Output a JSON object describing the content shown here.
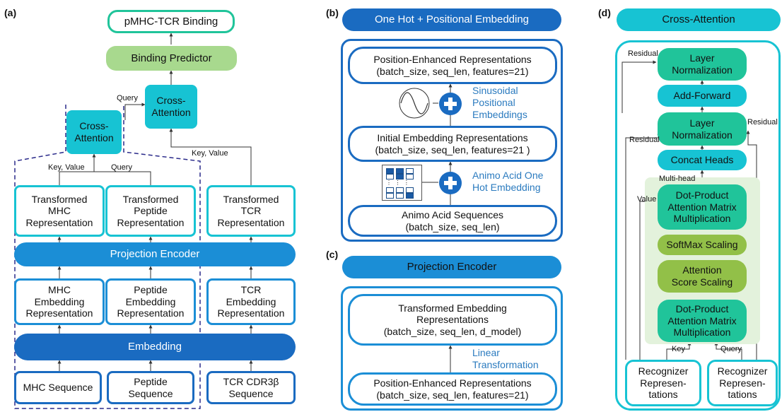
{
  "panels": {
    "a": {
      "label": "(a)",
      "binding_output": "pMHC-TCR Binding",
      "binding_predictor": "Binding Predictor",
      "cross_attention_top": "Cross-\nAttention",
      "cross_attention_inner": "Cross-\nAttention",
      "query_top": "Query",
      "key_value_right": "Key, Value",
      "key_value_left": "Key, Value",
      "query_left": "Query",
      "transformed_mhc": "Transformed\nMHC\nRepresentation",
      "transformed_peptide": "Transformed\nPeptide\nRepresentation",
      "transformed_tcr": "Transformed\nTCR\nRepresentation",
      "projection_encoder": "Projection Encoder",
      "mhc_embedding": "MHC\nEmbedding\nRepresentation",
      "peptide_embedding": "Peptide\nEmbedding\nRepresentation",
      "tcr_embedding": "TCR\nEmbedding\nRepresentation",
      "embedding": "Embedding",
      "mhc_sequence": "MHC Sequence",
      "peptide_sequence": "Peptide\nSequence",
      "tcr_sequence": "TCR CDR3β\nSequence"
    },
    "b": {
      "label": "(b)",
      "title": "One Hot + Positional Embedding",
      "position_enhanced": "Position-Enhanced Representations\n(batch_size, seq_len, features=21)",
      "sinusoidal": "Sinusoidal\nPositional\nEmbeddings",
      "initial_embedding": "Initial Embedding Representations\n(batch_size, seq_len, features=21 )",
      "one_hot": "Animo Acid One\nHot Embedding",
      "amino_sequences": "Animo Acid Sequences\n(batch_size, seq_len)",
      "ellipsis": "⋮  ⋮  ⋮"
    },
    "c": {
      "label": "(c)",
      "title": "Projection Encoder",
      "transformed_embedding": "Transformed Embedding\nRepresentations\n(batch_size, seq_len, d_model)",
      "linear": "Linear\nTransformation",
      "position_enhanced": "Position-Enhanced Representations\n(batch_size, seq_len, features=21)"
    },
    "d": {
      "label": "(d)",
      "title": "Cross-Attention",
      "residual_top": "Residual",
      "layer_norm_top": "Layer\nNormalization",
      "add_forward": "Add-Forward",
      "layer_norm_mid": "Layer\nNormalization",
      "residual_left": "Residual",
      "residual_right": "Residual",
      "concat_heads": "Concat Heads",
      "multi_head": "Multi-head",
      "value": "Value",
      "dot_product_top": "Dot-Product\nAttention Matrix\nMultiplication",
      "softmax": "SoftMax Scaling",
      "attention_score": "Attention\nScore Scaling",
      "dot_product_bottom": "Dot-Product\nAttention Matrix\nMultiplication",
      "key": "Key",
      "query": "Query",
      "recognizer_left": "Recognizer\nRepresen-\ntations",
      "recognizer_right": "Recognizer\nRepresen-\ntations"
    }
  },
  "colors": {
    "cyan": "#17c3d3",
    "teal_green": "#20c49a",
    "light_green": "#a8d98e",
    "olive_green": "#92c048",
    "mid_blue": "#1b8ed6",
    "dark_blue": "#1a6bc1",
    "dash_navy": "#2a2a8a",
    "caption_blue": "#2b7bbf"
  }
}
